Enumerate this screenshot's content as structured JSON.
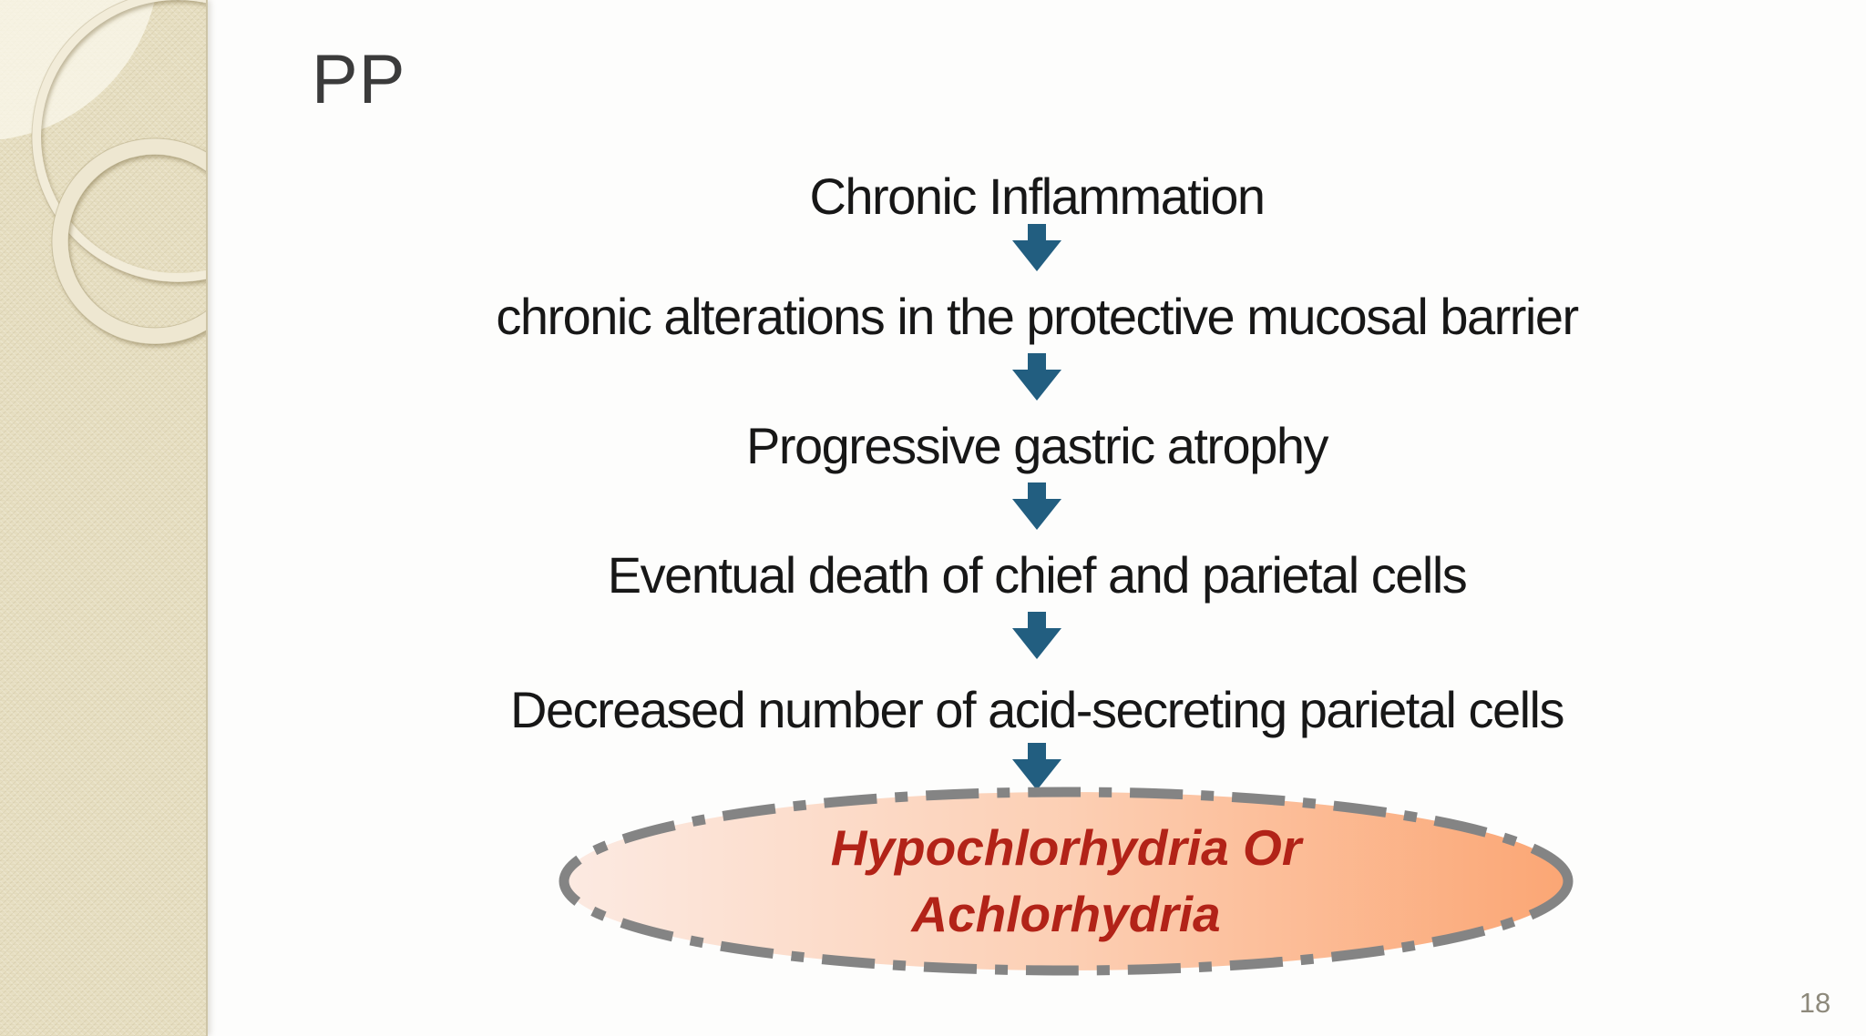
{
  "slide": {
    "title": "PP",
    "page_number": "18",
    "flow": {
      "steps": [
        {
          "label": "Chronic Inflammation"
        },
        {
          "label": "chronic alterations in the protective mucosal barrier"
        },
        {
          "label": "Progressive gastric atrophy"
        },
        {
          "label": "Eventual death of chief and parietal cells"
        },
        {
          "label": "Decreased number of acid-secreting parietal cells"
        }
      ]
    },
    "result": {
      "line1": "Hypochlorhydria Or",
      "line2": "Achlorhydria"
    },
    "colors": {
      "arrow": "#225E80",
      "result_text": "#B22318",
      "ellipse_border": "#848484",
      "ellipse_fill_left": "#FCEAE2",
      "ellipse_fill_mid": "#FCCFB4",
      "ellipse_fill_right": "#FBA674",
      "sidebar_bg": "#E7DFC2",
      "body_text": "#171717",
      "title_text": "#3B3B3B",
      "page_number_color": "#8D897B"
    }
  }
}
